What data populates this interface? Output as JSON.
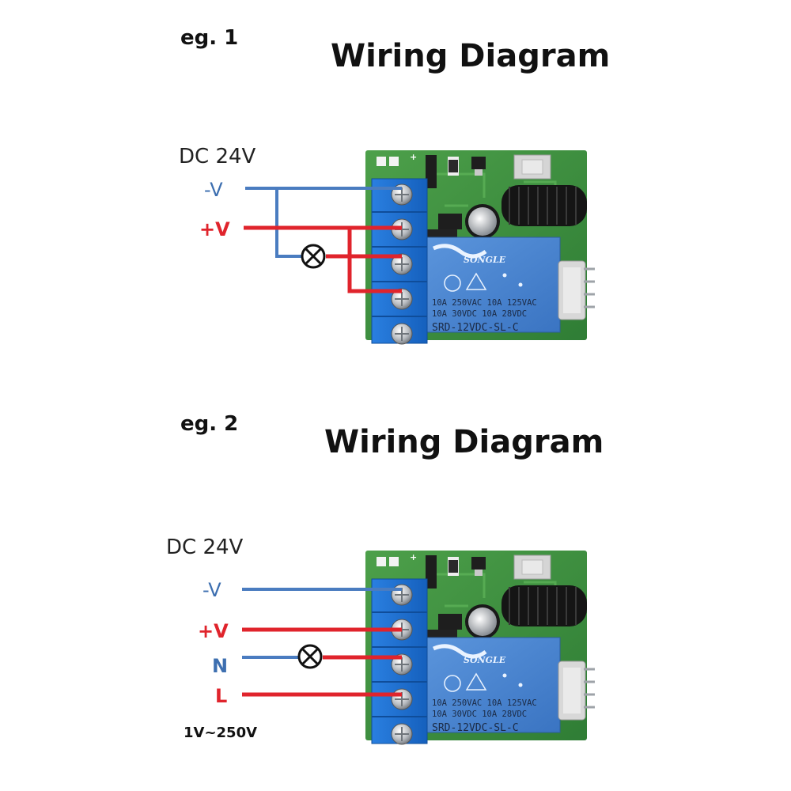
{
  "diagrams": [
    {
      "eg_label": "eg. 1",
      "title": "Wiring Diagram",
      "supply_label": "DC 24V",
      "wire_labels": {
        "neg": "-V",
        "pos": "+V"
      },
      "relay": {
        "brand": "SONGLE",
        "spec_line1": "10A 250VAC 10A 125VAC",
        "spec_line2": "10A  30VDC 10A  28VDC",
        "model": "SRD-12VDC-SL-C"
      },
      "board_silk": "+"
    },
    {
      "eg_label": "eg. 2",
      "title": "Wiring Diagram",
      "supply_label": "DC 24V",
      "wire_labels": {
        "neg": "-V",
        "pos": "+V",
        "n": "N",
        "l": "L"
      },
      "voltage_range": "1V~250V",
      "relay": {
        "brand": "SONGLE",
        "spec_line1": "10A 250VAC 10A 125VAC",
        "spec_line2": "10A  30VDC 10A  28VDC",
        "model": "SRD-12VDC-SL-C"
      },
      "board_silk": "+"
    }
  ],
  "colors": {
    "blue_wire": "#4a7cc0",
    "red_wire": "#e0242c",
    "pcb": "#3f8f3f",
    "terminal": "#1f6fd0",
    "relay": "#3f7fcf"
  }
}
